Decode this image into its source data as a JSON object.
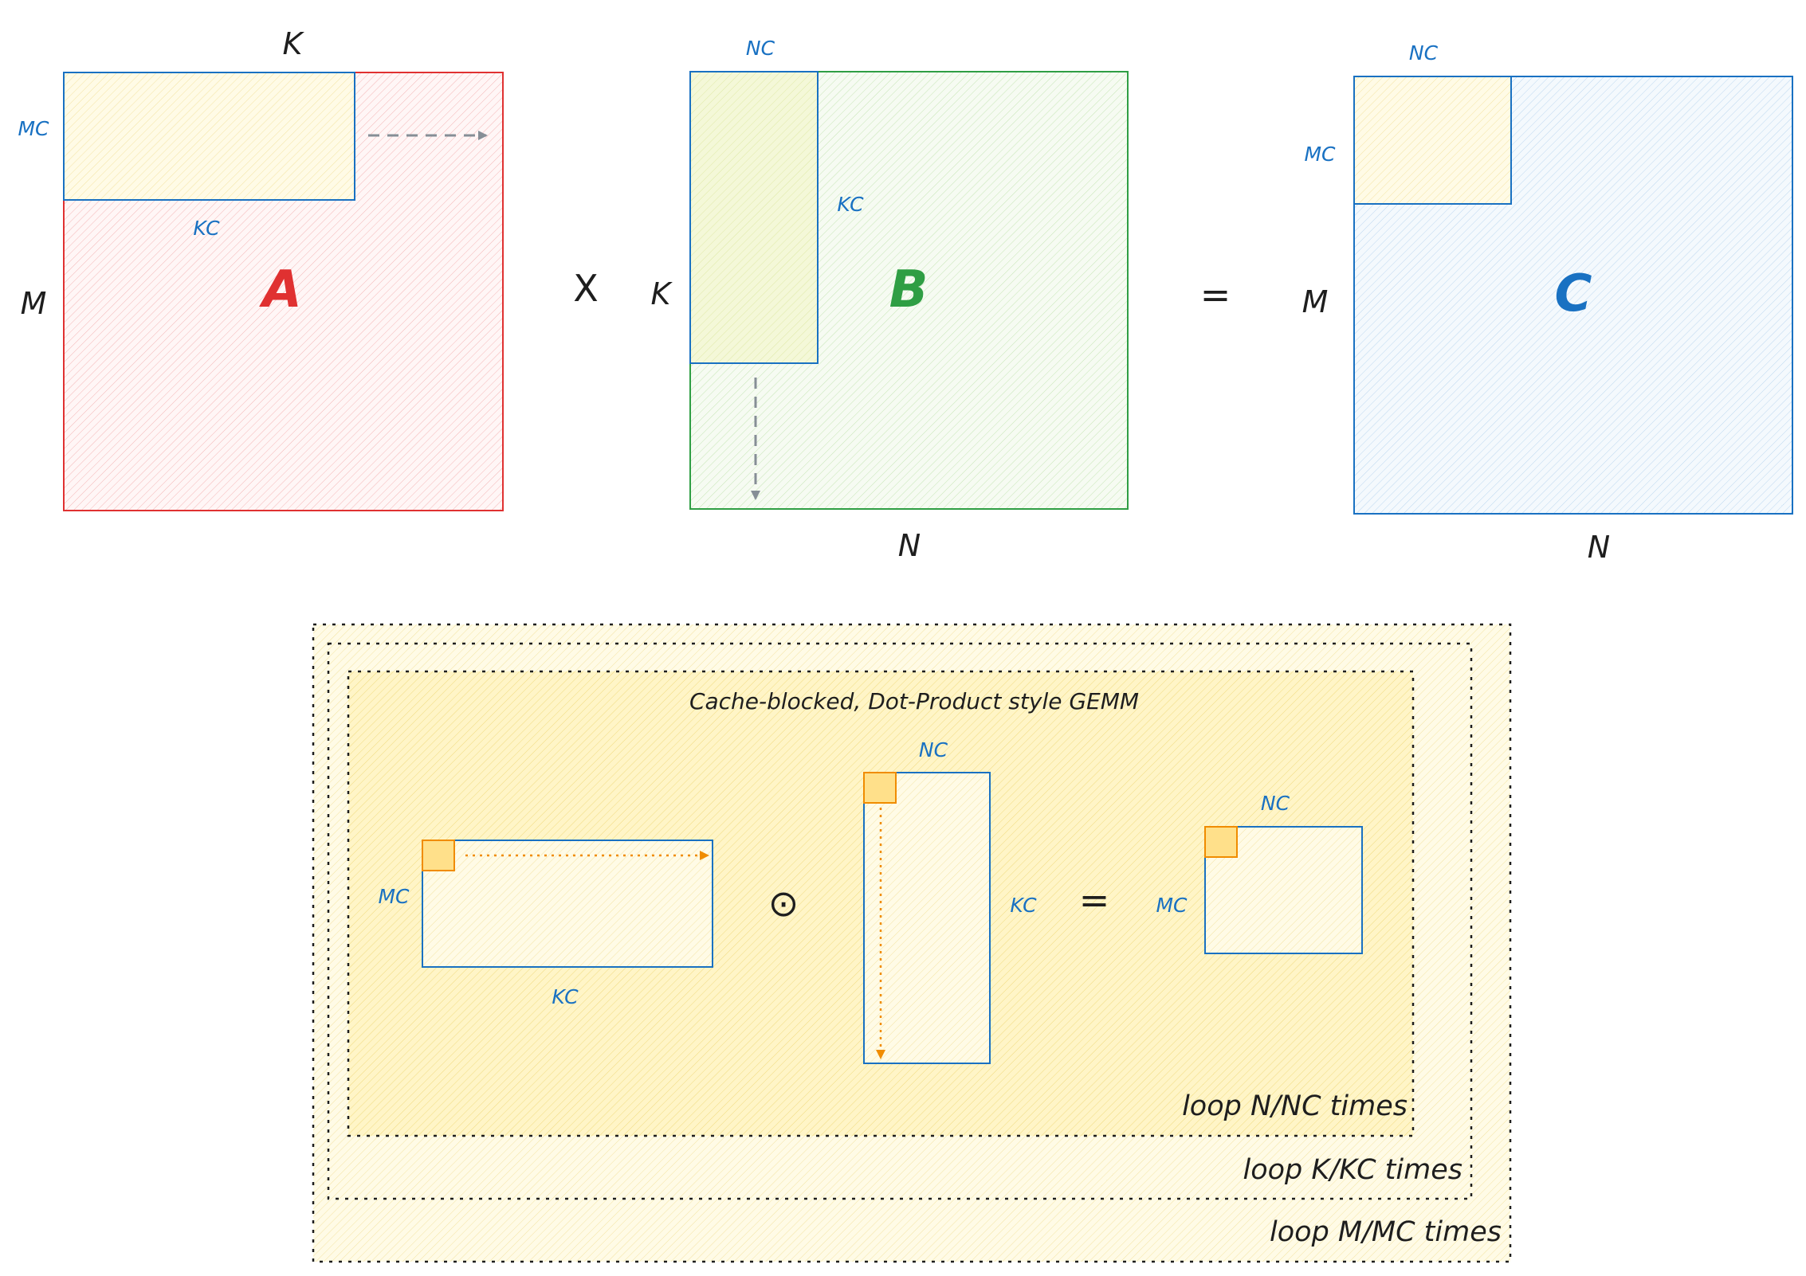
{
  "top": {
    "matrix_a": {
      "name": "A",
      "rows_label": "M",
      "cols_label": "K",
      "block_rows": "MC",
      "block_cols": "KC",
      "color": "#e03131"
    },
    "times_symbol": "X",
    "matrix_b": {
      "name": "B",
      "rows_label": "K",
      "cols_label": "N",
      "block_cols": "NC",
      "block_rows": "KC",
      "color": "#2f9e44"
    },
    "equals_symbol": "=",
    "matrix_c": {
      "name": "C",
      "rows_label": "M",
      "cols_label": "N",
      "block_cols": "NC",
      "block_rows": "MC",
      "color": "#1971c2"
    }
  },
  "bottom": {
    "title": "Cache-blocked, Dot-Product style GEMM",
    "left_block": {
      "rows_label": "MC",
      "cols_label": "KC"
    },
    "dot_symbol": "⊙",
    "middle_block": {
      "cols_label": "NC",
      "rows_label": "KC"
    },
    "equals_symbol": "=",
    "right_block": {
      "cols_label": "NC",
      "rows_label": "MC"
    },
    "loops": {
      "inner": "loop N/NC times",
      "middle": "loop K/KC times",
      "outer": "loop M/MC times"
    }
  },
  "colors": {
    "blue": "#1971c2",
    "yellow_fill": "#ffec99",
    "orange": "#f08c00",
    "gray_arrow": "#868e96",
    "ink": "#1e1e1e"
  }
}
